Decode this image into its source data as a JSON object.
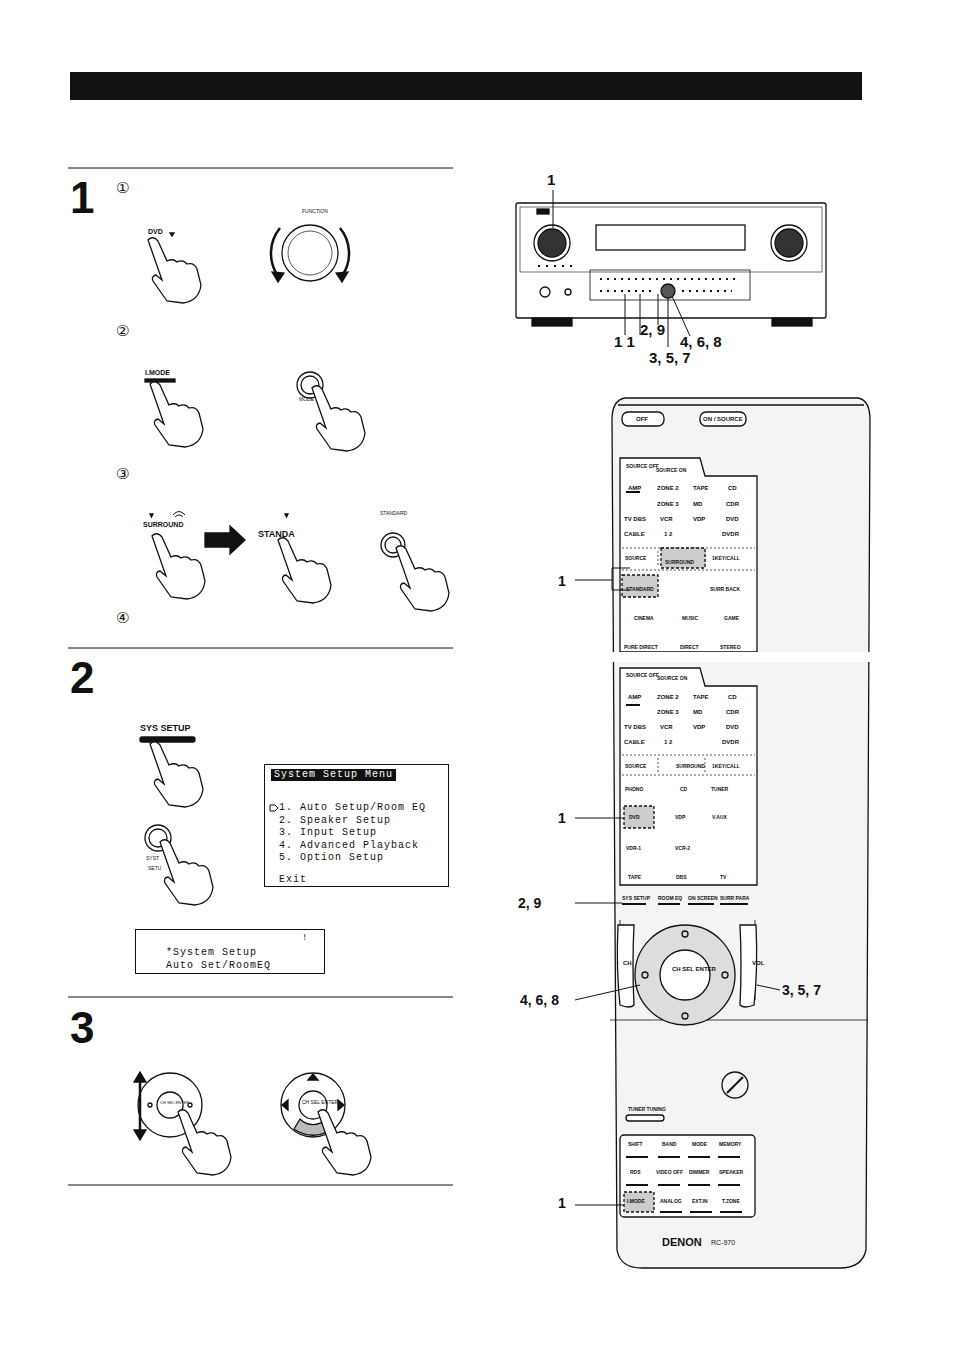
{
  "diagram": {
    "nodes": [
      {
        "text": [
          "System Setup Menu",
          "1. Auto Setup/Room EQ",
          "2. Speaker Setup",
          "3. Input Setup",
          "4. Advanced Playback",
          "5. Option Setup",
          "Exit"
        ]
      },
      {
        "text": [
          "!",
          "*System Setup",
          "Auto Set/RoomEQ"
        ]
      }
    ],
    "labels": [
      "1",
      "①",
      "DVD",
      "FUNCTION",
      "②",
      "I.MODE",
      "MODE",
      "③",
      "SURROUND",
      "STANDA",
      "STANDARD",
      "④",
      "2",
      "SYS SETUP",
      "SYST",
      "SETU",
      "3",
      "CH SEL ENTER",
      "CH SEL ENTER",
      "1",
      "1 1",
      "2, 9",
      "4, 6, 8",
      "3, 5, 7",
      "OFF",
      "ON / SOURCE",
      "SOURCE OFF",
      "SOURCE ON",
      "AMP",
      "ZONE 2",
      "TAPE",
      "CD",
      "ZONE 3",
      "MD",
      "CDR",
      "TV DBS",
      "VCR",
      "VDP",
      "DVD",
      "CABLE",
      "1 2",
      "DVDR",
      "SOURCE",
      "SURROUND",
      "1KEY/CALL",
      "STANDARD",
      "SURR BACK",
      "CINEMA",
      "MUSIC",
      "GAME",
      "PURE DIRECT",
      "DIRECT",
      "STEREO",
      "1",
      "SOURCE OFF",
      "SOURCE ON",
      "AMP",
      "ZONE 2",
      "TAPE",
      "CD",
      "ZONE 3",
      "MD",
      "CDR",
      "TV DBS",
      "VCR",
      "VDP",
      "DVD",
      "CABLE",
      "1 2",
      "DVDR",
      "SOURCE",
      "SURROUND",
      "1KEY/CALL",
      "PHONO",
      "CD",
      "TUNER",
      "DVD",
      "VDP",
      "V.AUX",
      "VDR-1",
      "VCR-2",
      "TAPE",
      "DBS",
      "TV",
      "1",
      "SYS SETUP",
      "ROOM EQ",
      "ON SCREEN",
      "SURR PARA",
      "2, 9",
      "CH",
      "VOL",
      "CH SEL ENTER",
      "4, 6, 8",
      "3, 5, 7",
      "TUNER TUNING",
      "SHIFT",
      "BAND",
      "MODE",
      "MEMORY",
      "RDS",
      "VIDEO OFF",
      "DIMMER",
      "SPEAKER",
      "I.MODE",
      "ANALOG",
      "EXT.IN",
      "T.ZONE",
      "1",
      "DENON",
      "RC-970"
    ]
  }
}
